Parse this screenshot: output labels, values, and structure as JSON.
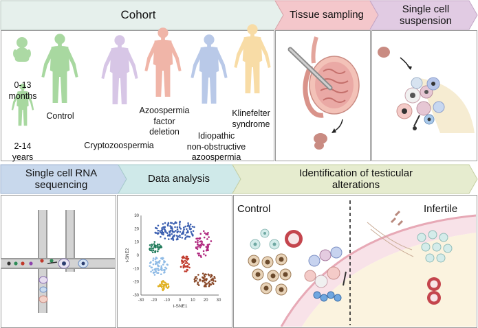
{
  "headers": {
    "cohort": "Cohort",
    "tissue_sampling": "Tissue sampling",
    "single_cell_suspension": "Single cell\nsuspension",
    "scrna_seq": "Single cell RNA\nsequencing",
    "data_analysis": "Data analysis",
    "identification": "Identification of testicular\nalterations"
  },
  "cohort": {
    "infant_label": "0-13\nmonths",
    "child_label": "2-14\nyears",
    "control_label": "Control",
    "crypto_label": "Cryptozoospermia",
    "azoo_factor_label": "Azoospermia\nfactor\ndeletion",
    "idiopathic_label": "Idiopathic\nnon-obstructive\nazoospermia",
    "klinefelter_label": "Klinefelter\nsyndrome"
  },
  "tsne": {
    "xlabel": "t-SNE1",
    "ylabel": "t-SNE2",
    "x_ticks": [
      "-30",
      "-20",
      "-10",
      "0",
      "10",
      "20",
      "30"
    ],
    "y_ticks": [
      "30",
      "20",
      "10",
      "0",
      "-10",
      "-20",
      "-30"
    ]
  },
  "alterations": {
    "control_label": "Control",
    "infertile_label": "Infertile"
  },
  "colors": {
    "cohort_header": "#e6f0ec",
    "tissue_header": "#f4c7cb",
    "suspension_header": "#e1cbe3",
    "scrna_header": "#c8d8ec",
    "analysis_header": "#cfe9e9",
    "identification_header": "#e6eccf",
    "control_figure": "#a8d8a0",
    "crypto_figure": "#d7c6e6",
    "azoo_figure": "#f0b5a8",
    "idiopathic_figure": "#b9c9e8",
    "klinefelter_figure": "#f8dca6"
  }
}
